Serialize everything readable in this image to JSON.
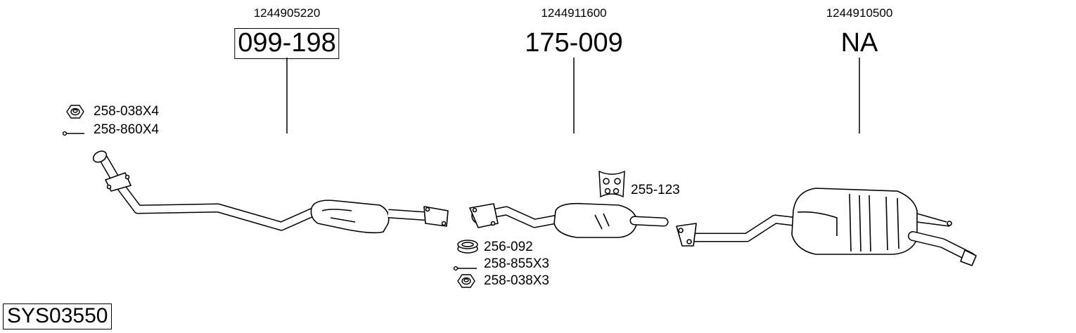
{
  "system_code": "SYS03550",
  "sections": [
    {
      "oem": "1244905220",
      "part": "099-198",
      "boxed": true
    },
    {
      "oem": "1244911600",
      "part": "175-009",
      "boxed": false
    },
    {
      "oem": "1244910500",
      "part": "NA",
      "boxed": false
    }
  ],
  "accessories": [
    {
      "code": "258-038X4",
      "icon": "nut-icon"
    },
    {
      "code": "258-860X4",
      "icon": "bolt-icon"
    },
    {
      "code": "255-123",
      "icon": "rubber-hanger-icon"
    },
    {
      "code": "256-092",
      "icon": "gasket-ring-icon"
    },
    {
      "code": "258-855X3",
      "icon": "bolt-icon"
    },
    {
      "code": "258-038X3",
      "icon": "nut-icon"
    }
  ]
}
